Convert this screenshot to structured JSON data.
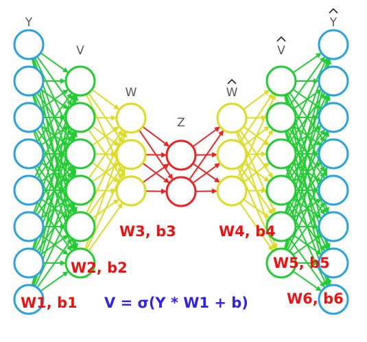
{
  "layers": [
    {
      "id": "Y",
      "title": "Y",
      "hat": false,
      "nodes": 8,
      "color": "#29a3dd"
    },
    {
      "id": "V",
      "title": "V",
      "hat": false,
      "nodes": 6,
      "color": "#22cc33"
    },
    {
      "id": "W",
      "title": "W",
      "hat": false,
      "nodes": 3,
      "color": "#dcdc22"
    },
    {
      "id": "Z",
      "title": "Z",
      "hat": false,
      "nodes": 2,
      "color": "#ee2222"
    },
    {
      "id": "W_hat",
      "title": "W",
      "hat": true,
      "nodes": 3,
      "color": "#dcdc22"
    },
    {
      "id": "V_hat",
      "title": "V",
      "hat": true,
      "nodes": 6,
      "color": "#22cc33"
    },
    {
      "id": "Y_hat",
      "title": "Y",
      "hat": true,
      "nodes": 8,
      "color": "#29a3dd"
    }
  ],
  "weight_labels": [
    "W1, b1",
    "W2, b2",
    "W3, b3",
    "W4, b4",
    "W5, b5",
    "W6, b6"
  ],
  "formula": "V = σ(Y * W1 + b)",
  "colors": {
    "label": "#ee1111",
    "formula": "#3322ee",
    "title": "#555555",
    "hat_mark": "#000000"
  }
}
